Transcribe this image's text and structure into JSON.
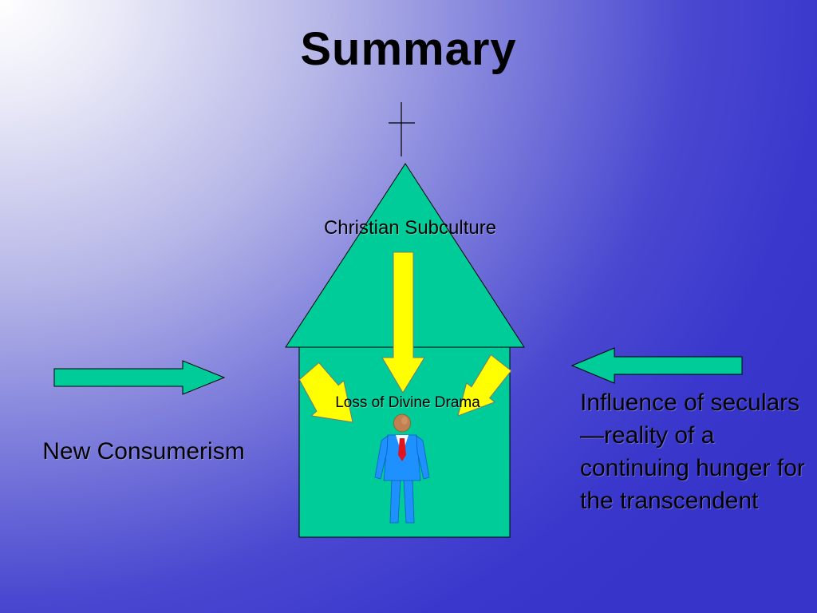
{
  "slide": {
    "title": "Summary"
  },
  "diagram": {
    "church_label": "Christian Subculture",
    "center_label": "Loss of Divine Drama",
    "left_label": "New Consumerism",
    "right_label": "Influence of seculars—reality of a continuing hunger for the transcendent"
  },
  "colors": {
    "church_fill": "#00cc99",
    "arrow_yellow": "#ffff00",
    "suit_blue": "#1e90ff",
    "tie_red": "#e0141e",
    "head_brown": "#c08050"
  }
}
